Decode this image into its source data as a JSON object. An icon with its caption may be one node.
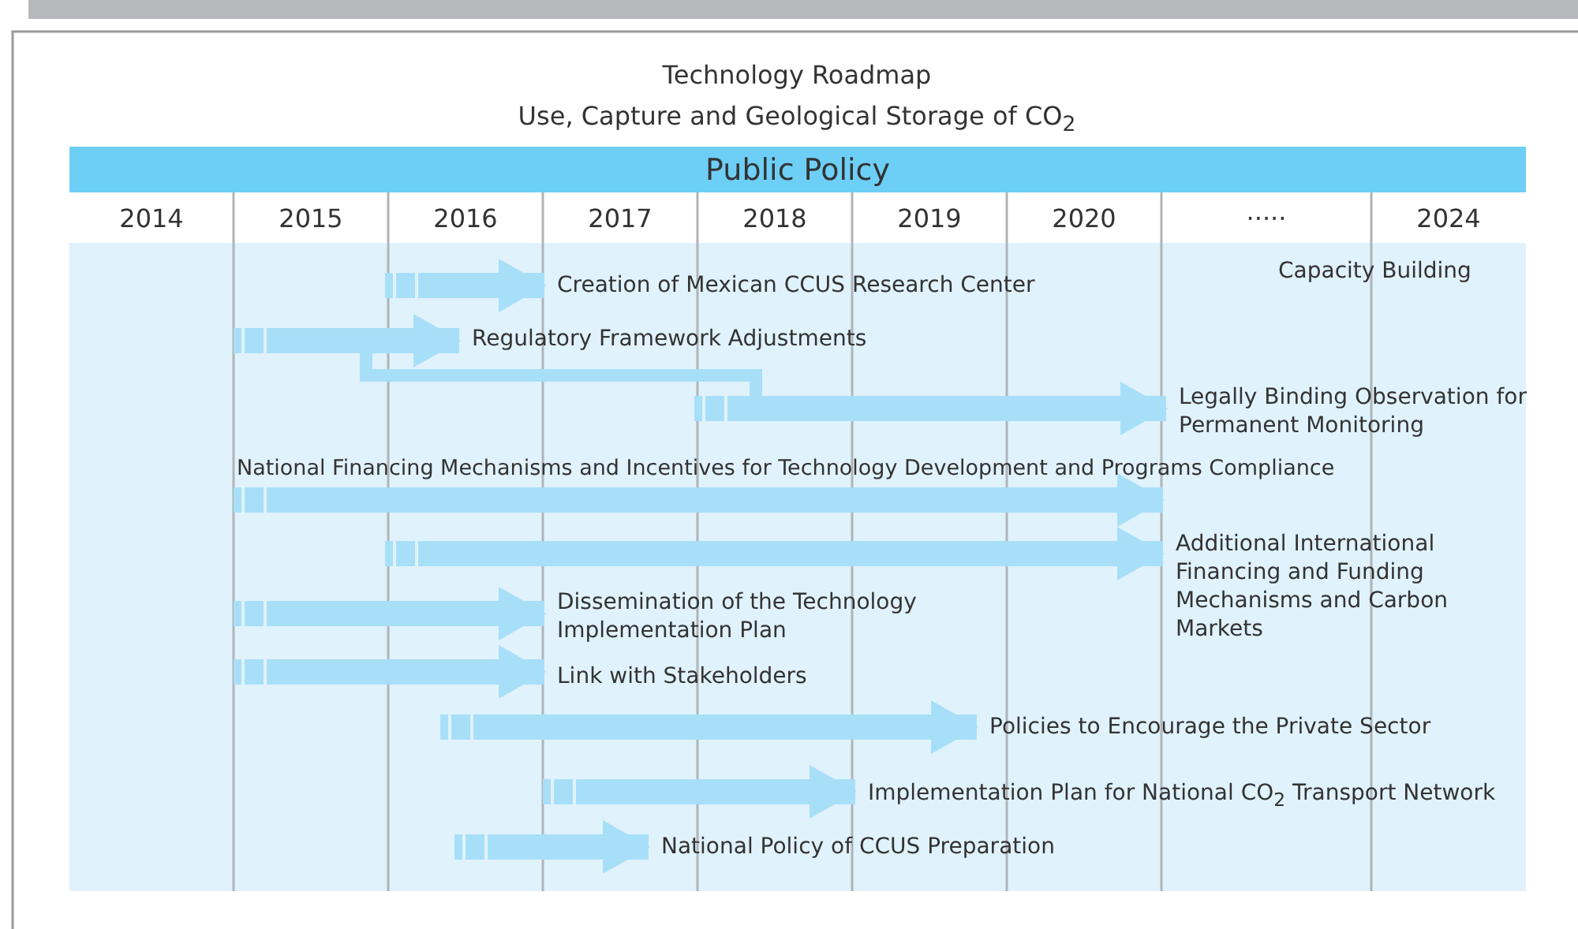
{
  "diagram": {
    "title": "Technology Roadmap",
    "nodes": [
      {
        "text": [
          "Creation of Mexican CCUS Research Center"
        ]
      },
      {
        "text": [
          "Regulatory Framework Adjustments"
        ]
      },
      {
        "text": [
          "Legally Binding Observation for Permanent Monitoring"
        ]
      },
      {
        "text": [
          "National Financing Mechanisms and Incentives for Technology Development and Programs Compliance"
        ]
      },
      {
        "text": [
          "Additional International Financing and Funding Mechanisms and Carbon Markets"
        ]
      },
      {
        "text": [
          "Dissemination of the Technology Implementation Plan"
        ]
      },
      {
        "text": [
          "Link with Stakeholders"
        ]
      },
      {
        "text": [
          "Policies to Encourage the Private Sector"
        ]
      },
      {
        "text": [
          "Implementation Plan for National CO$_{2}$ Transport Network"
        ]
      },
      {
        "text": [
          "National Policy of CCUS Preparation"
        ]
      }
    ],
    "edges": [
      {
        "from": null,
        "to": 0,
        "arrow": "to"
      },
      {
        "from": null,
        "to": 1,
        "arrow": "to"
      },
      {
        "from": null,
        "to": 2,
        "arrow": "to"
      },
      {
        "from": null,
        "to": 3,
        "arrow": "to"
      },
      {
        "from": null,
        "to": 4,
        "arrow": "to"
      },
      {
        "from": null,
        "to": 5,
        "arrow": "to"
      },
      {
        "from": null,
        "to": 6,
        "arrow": "to"
      },
      {
        "from": null,
        "to": 7,
        "arrow": "to"
      },
      {
        "from": null,
        "to": 8,
        "arrow": "to"
      },
      {
        "from": null,
        "to": 9,
        "arrow": "to"
      }
    ],
    "labels": [
      "Use, Capture and Geological Storage of CO$_{2}$",
      "Public Policy",
      "2014",
      "2015",
      "2016",
      "2017",
      "2018",
      "2019",
      "2020",
      "·····",
      "2024",
      "Capacity Building"
    ]
  }
}
